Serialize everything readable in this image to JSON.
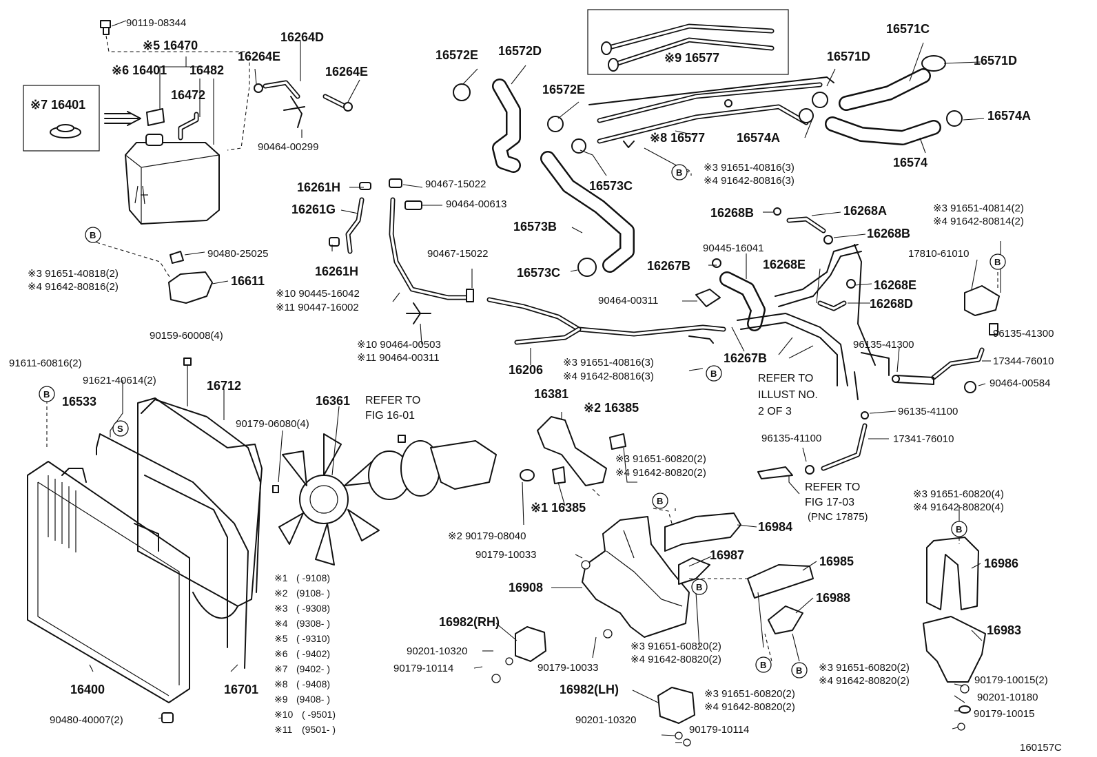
{
  "labels": {
    "l_90119_08344": "90119-08344",
    "l_16470": "※5 16470",
    "l_16264D": "16264D",
    "l_16401a": "※6 16401",
    "l_16482": "16482",
    "l_16264E_a": "16264E",
    "l_16264E_b": "16264E",
    "l_16401b": "※7 16401",
    "l_16472": "16472",
    "l_90464_00299": "90464-00299",
    "l_16577a": "※9 16577",
    "l_16572E_a": "16572E",
    "l_16572D": "16572D",
    "l_16571C": "16571C",
    "l_16571D_a": "16571D",
    "l_16571D_b": "16571D",
    "l_16572E_b": "16572E",
    "l_16577b": "※8 16577",
    "l_16574A_a": "16574A",
    "l_16574A_b": "16574A",
    "l_16573C_a": "16573C",
    "l_16574": "16574",
    "l_91651_40816_3a": "※3 91651-40816(3)",
    "l_91642_80816_3a": "※4 91642-80816(3)",
    "l_16261H_a": "16261H",
    "l_90467_15022_a": "90467-15022",
    "l_90464_00613": "90464-00613",
    "l_16261G": "16261G",
    "l_16268B_a": "16268B",
    "l_16268A": "16268A",
    "l_91651_40814": "※3 91651-40814(2)",
    "l_91642_80814": "※4 91642-80814(2)",
    "l_16268B_b": "16268B",
    "l_16573B": "16573B",
    "l_90445_16041": "90445-16041",
    "l_17810_61010": "17810-61010",
    "l_16268E_a": "16268E",
    "l_90480_25025": "90480-25025",
    "l_16261H_b": "16261H",
    "l_16267B_a": "16267B",
    "l_16573C_b": "16573C",
    "l_90467_15022_b": "90467-15022",
    "l_16268E_b": "16268E",
    "l_91651_40818": "※3 91651-40818(2)",
    "l_91642_80816_2": "※4 91642-80816(2)",
    "l_16611": "16611",
    "l_90464_00311a": "90464-00311",
    "l_16268D": "16268D",
    "l_90445_16042": "※10 90445-16042",
    "l_90447_16002": "※11 90447-16002",
    "l_96135_41300_a": "96135-41300",
    "l_90159_60008": "90159-60008(4)",
    "l_90464_00503": "※10 90464-00503",
    "l_90464_00311b": "※11 90464-00311",
    "l_96135_41300_b": "96135-41300",
    "l_17344_76010": "17344-76010",
    "l_16267B_b": "16267B",
    "l_91611_60816": "91611-60816(2)",
    "l_16206": "16206",
    "l_91651_40816_3b": "※3 91651-40816(3)",
    "l_91642_80816_3b": "※4 91642-80816(3)",
    "l_refer_illust_1": "REFER TO",
    "l_refer_illust_2": "ILLUST NO.",
    "l_refer_illust_3": "2 OF 3",
    "l_90464_00584": "90464-00584",
    "l_91621_40614": "91621-40614(2)",
    "l_16712": "16712",
    "l_16361": "16361",
    "l_refer_fig1601_1": "REFER TO",
    "l_refer_fig1601_2": "FIG 16-01",
    "l_16381": "16381",
    "l_96135_41100_a": "96135-41100",
    "l_16533": "16533",
    "l_16385_2": "※2 16385",
    "l_90179_06080": "90179-06080(4)",
    "l_96135_41100_b": "96135-41100",
    "l_17341_76010": "17341-76010",
    "l_91651_60820_a": "※3 91651-60820(2)",
    "l_91642_80820_a": "※4 91642-80820(2)",
    "l_refer_fig1703_1": "REFER TO",
    "l_refer_fig1703_2": "FIG 17-03",
    "l_refer_fig1703_3": "(PNC 17875)",
    "l_91651_60820_4": "※3 91651-60820(4)",
    "l_91642_80820_4": "※4 91642-80820(4)",
    "l_16385_1": "※1 16385",
    "l_90179_08040": "※2 90179-08040",
    "l_16984": "16984",
    "l_90179_10033_a": "90179-10033",
    "l_16987": "16987",
    "l_16985": "16985",
    "l_16986": "16986",
    "l_16908": "16908",
    "l_16988": "16988",
    "l_16982RH": "16982(RH)",
    "l_16983": "16983",
    "l_90201_10320_a": "90201-10320",
    "l_91651_60820_b": "※3 91651-60820(2)",
    "l_91642_80820_b": "※4 91642-80820(2)",
    "l_90179_10114_a": "90179-10114",
    "l_90179_10033_b": "90179-10033",
    "l_91651_60820_c": "※3 91651-60820(2)",
    "l_91642_80820_c": "※4 91642-80820(2)",
    "l_16400": "16400",
    "l_16701": "16701",
    "l_16982LH": "16982(LH)",
    "l_90179_10015_2": "90179-10015(2)",
    "l_91651_60820_d": "※3 91651-60820(2)",
    "l_91642_80820_d": "※4 91642-80820(2)",
    "l_90201_10180": "90201-10180",
    "l_90480_40007": "90480-40007(2)",
    "l_90179_10015": "90179-10015",
    "l_90201_10320_b": "90201-10320",
    "l_90179_10114_b": "90179-10114",
    "l_figcode": "160157C"
  },
  "callouts": {
    "b": "B",
    "s": "S"
  },
  "legend": [
    {
      "mark": "※1",
      "range": "(      -9108)"
    },
    {
      "mark": "※2",
      "range": "(9108-      )"
    },
    {
      "mark": "※3",
      "range": "(      -9308)"
    },
    {
      "mark": "※4",
      "range": "(9308-      )"
    },
    {
      "mark": "※5",
      "range": "(      -9310)"
    },
    {
      "mark": "※6",
      "range": "(      -9402)"
    },
    {
      "mark": "※7",
      "range": "(9402-      )"
    },
    {
      "mark": "※8",
      "range": "(      -9408)"
    },
    {
      "mark": "※9",
      "range": "(9408-      )"
    },
    {
      "mark": "※10",
      "range": "(      -9501)"
    },
    {
      "mark": "※11",
      "range": "(9501-      )"
    }
  ]
}
